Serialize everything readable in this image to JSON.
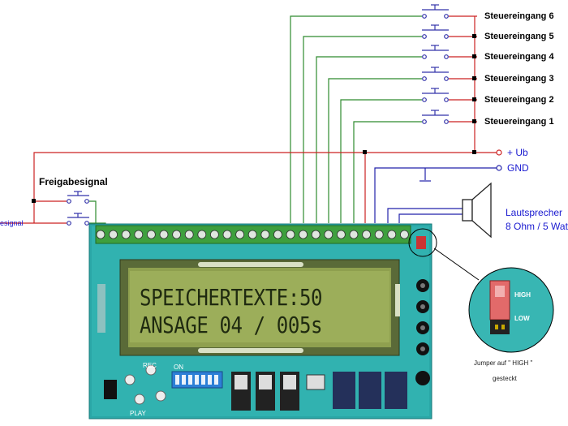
{
  "inputs": [
    {
      "label": "Steuereingang 6"
    },
    {
      "label": "Steuereingang 5"
    },
    {
      "label": "Steuereingang 4"
    },
    {
      "label": "Steuereingang 3"
    },
    {
      "label": "Steuereingang 2"
    },
    {
      "label": "Steuereingang 1"
    }
  ],
  "power": {
    "plus": "+ Ub",
    "gnd": "GND"
  },
  "release": {
    "title": "Freigabesignal",
    "left_label": "esignal"
  },
  "speaker": {
    "line1": "Lautsprecher",
    "line2": "8 Ohm / 5 Watt"
  },
  "lcd": {
    "line1": "SPEICHERTEXTE:50",
    "line2": "ANSAGE 04 / 005s"
  },
  "jumper": {
    "high": "HIGH",
    "low": "LOW",
    "caption1": "Jumper auf \" HIGH \"",
    "caption2": "gesteckt"
  },
  "board": {
    "on_label": "ON",
    "play": "PLAY",
    "rec": "REC"
  },
  "colors": {
    "input_wires": "#2e8b2e",
    "power_wire": "#cc2222",
    "gnd_wire": "#2222aa",
    "board": "#2aa7a7",
    "lcd": "#8fa04f"
  }
}
